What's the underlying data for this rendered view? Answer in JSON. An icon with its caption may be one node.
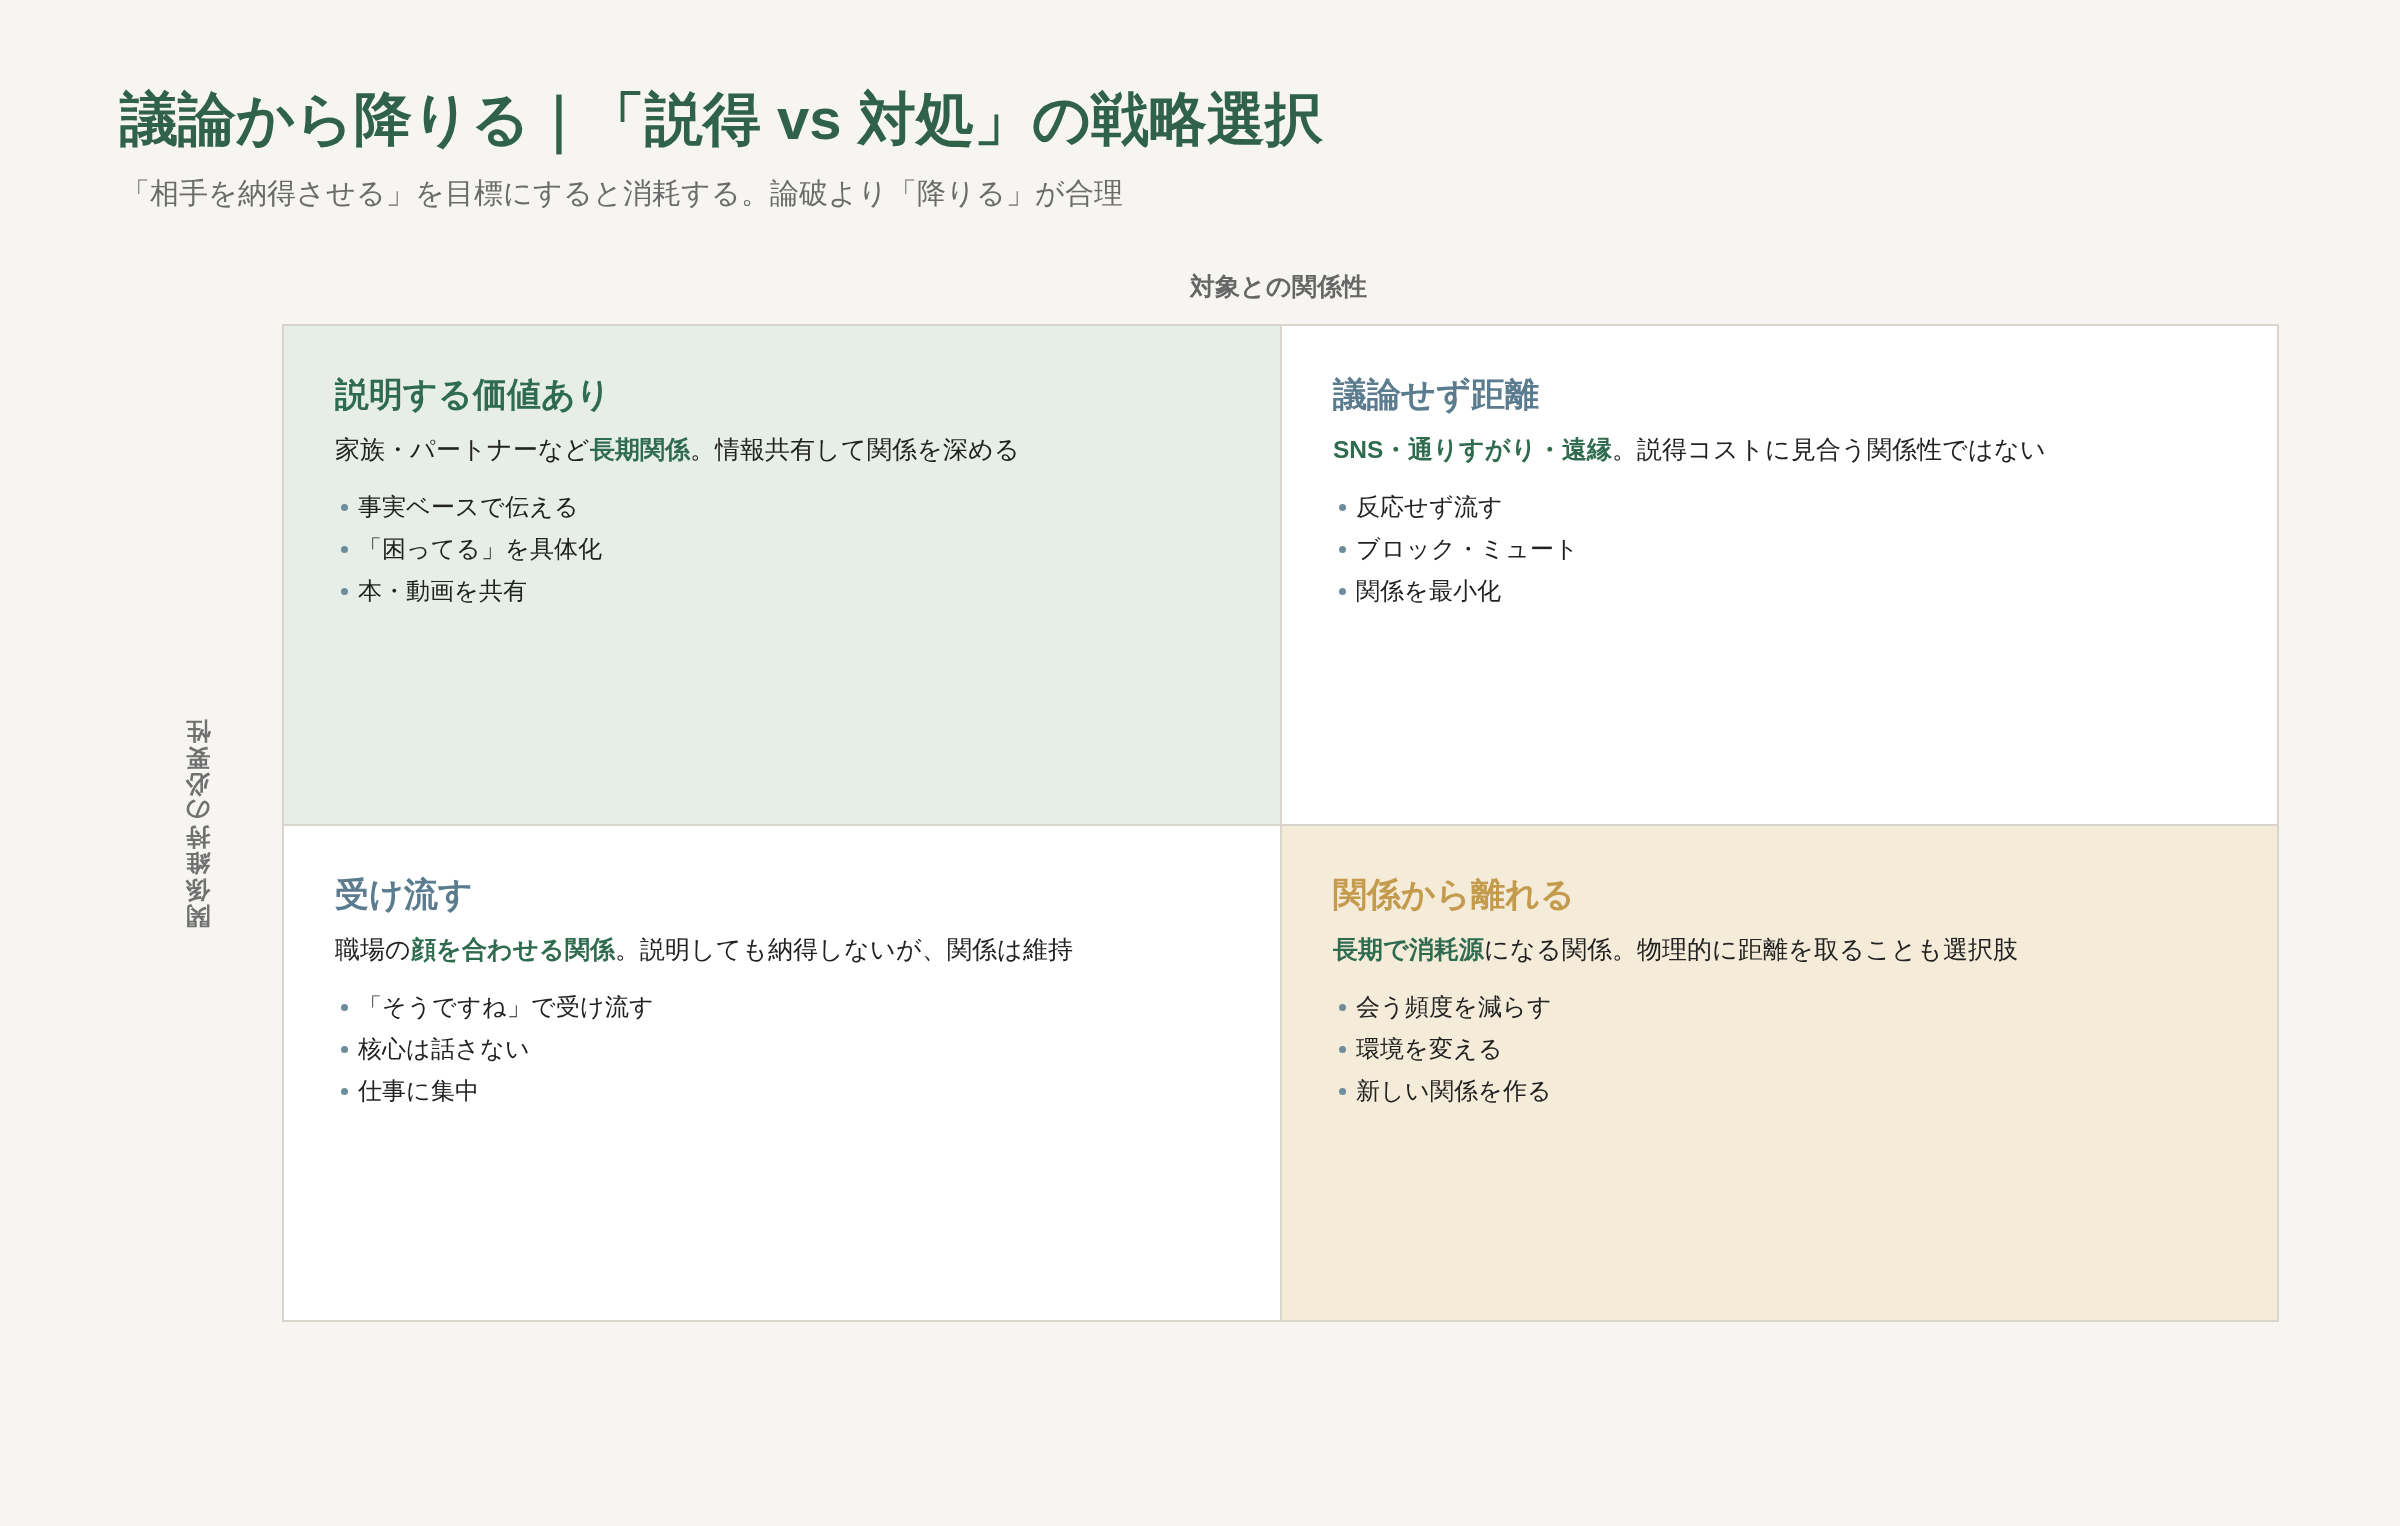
{
  "diagram": {
    "title": "議論から降りる｜「説得 vs 対処」の戦略選択",
    "nodes": [
      {
        "text": [
          "説明する価値あり",
          "家族・パートナーなど**長期関係**。情報共有して関係を深める",
          "事実ベースで伝える",
          "「困ってる」を具体化",
          "本・動画を共有"
        ]
      },
      {
        "text": [
          "議論せず距離",
          "**SNS・通りすがり・遠縁**。説得コストに見合う関係性ではない",
          "反応せず流す",
          "ブロック・ミュート",
          "関係を最小化"
        ]
      },
      {
        "text": [
          "受け流す",
          "職場の**顔を合わせる関係**。説明しても納得しないが、関係は維持",
          "「そうですね」で受け流す",
          "核心は話さない",
          "仕事に集中"
        ]
      },
      {
        "text": [
          "関係から離れる",
          "**長期で消耗源**になる関係。物理的に距離を取ることも選択肢",
          "会う頻度を減らす",
          "環境を変える",
          "新しい関係を作る"
        ]
      }
    ],
    "labels": [
      "「相手を納得させる」を目標にすると消耗する。論破より「降りる」が合理",
      "対象との関係性",
      "関係維持の必要性"
    ]
  }
}
